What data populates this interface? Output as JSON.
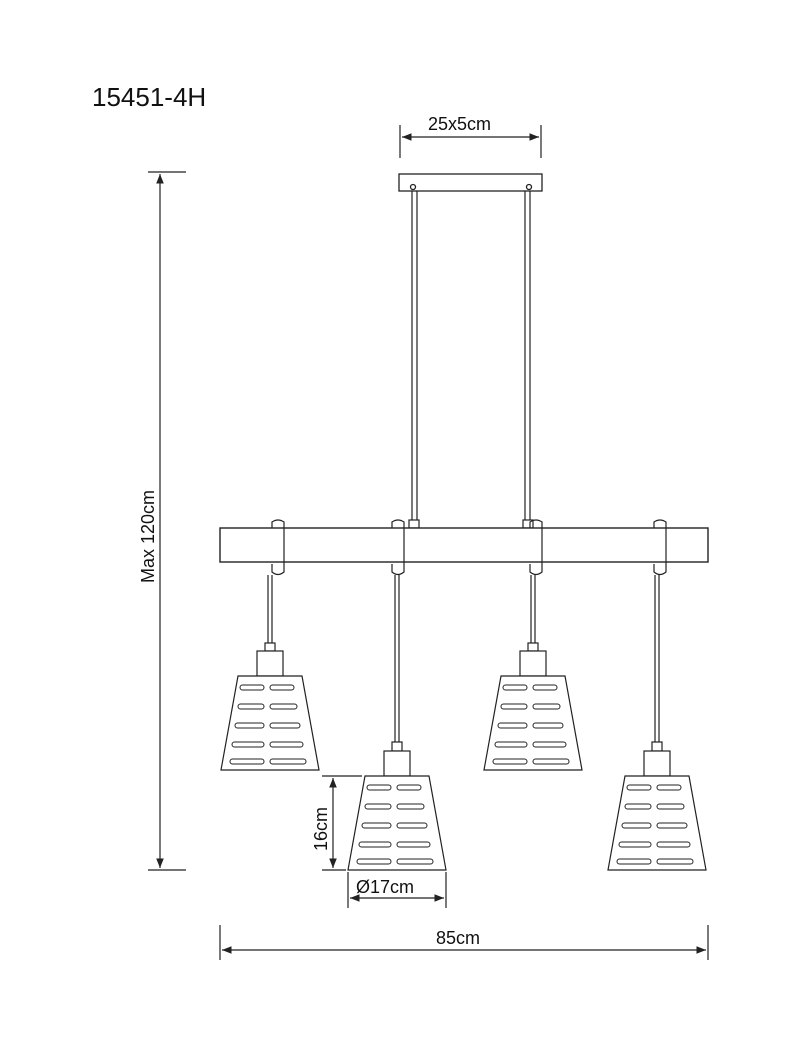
{
  "model": "15451-4H",
  "dimensions": {
    "canopy": "25x5cm",
    "max_height": "Max 120cm",
    "shade_height": "16cm",
    "shade_diameter": "Ø17cm",
    "total_width": "85cm"
  },
  "colors": {
    "line": "#222222",
    "shade_fill": "#ffffff"
  }
}
